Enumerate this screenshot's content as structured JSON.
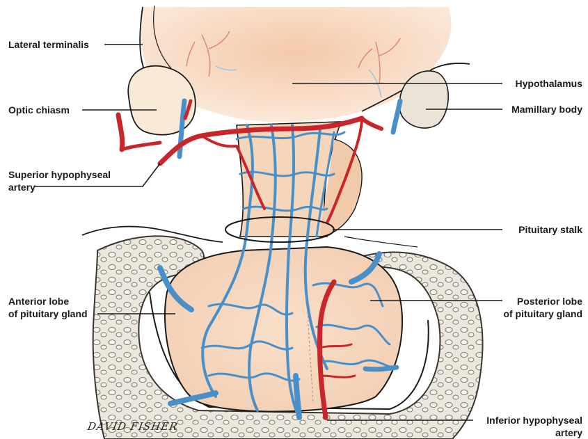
{
  "labels": {
    "lateral_terminalis": "Lateral terminalis",
    "optic_chiasm": "Optic chiasm",
    "superior_hypophyseal_artery": [
      "Superior hypophyseal",
      "artery"
    ],
    "anterior_lobe": [
      "Anterior lobe",
      "of pituitary gland"
    ],
    "hypothalamus": "Hypothalamus",
    "mamillary_body": "Mamillary body",
    "pituitary_stalk": "Pituitary stalk",
    "posterior_lobe": [
      "Posterior lobe",
      "of pituitary gland"
    ],
    "inferior_hypophyseal_artery": [
      "Inferior hypophyseal",
      "artery"
    ]
  },
  "signature": "DAVID FISHER",
  "colors": {
    "artery": "#c8262a",
    "vein": "#4a90c8",
    "tissue": "#f6d9c0",
    "bone": "#e8e4da",
    "leader_line": "#1a1a1a"
  }
}
